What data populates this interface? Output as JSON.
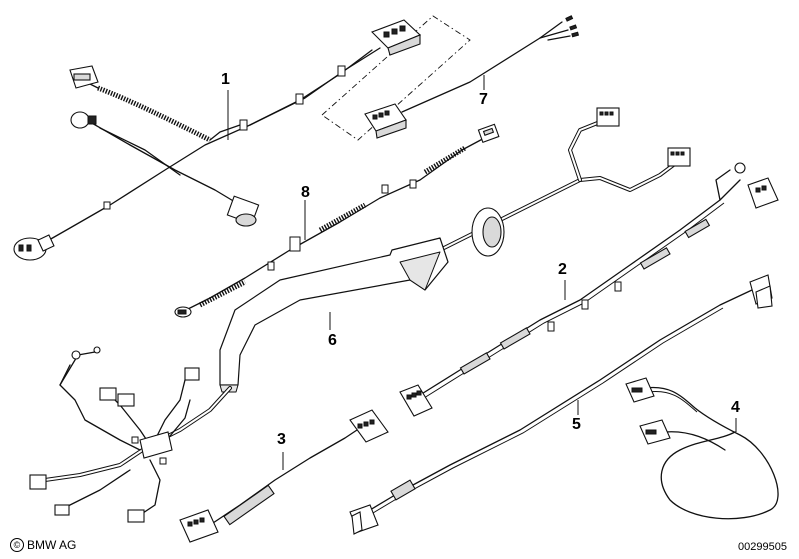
{
  "callouts": {
    "p1": "1",
    "p2": "2",
    "p3": "3",
    "p4": "4",
    "p5": "5",
    "p6": "6",
    "p7": "7",
    "p8": "8"
  },
  "footer": {
    "copyright_symbol": "©",
    "brand": "BMW AG",
    "diagram_id": "00299505"
  }
}
